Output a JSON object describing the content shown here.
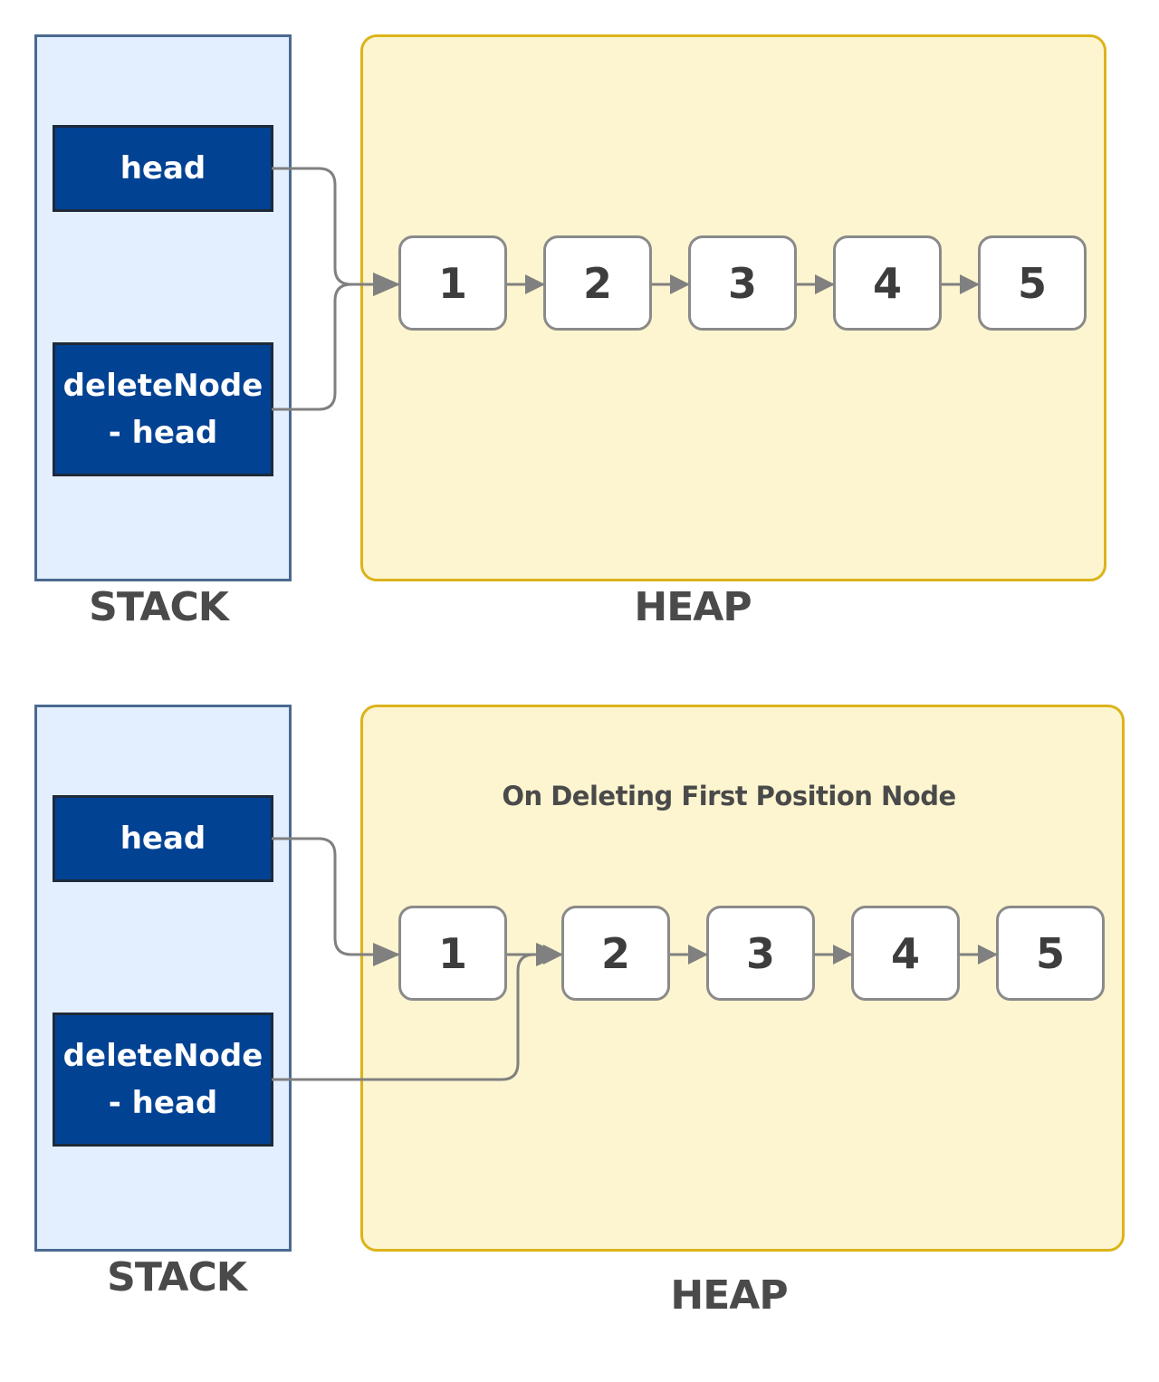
{
  "colors": {
    "stack_fill": "#e3efff",
    "stack_border": "#4a6a90",
    "heap_fill": "#fdf5d0",
    "heap_border": "#dcb31a",
    "variable_fill": "#024293",
    "node_border": "#8a8a8a",
    "arrow": "#808080"
  },
  "panels": [
    {
      "stack_label": "STACK",
      "heap_label": "HEAP",
      "caption": "",
      "variables": [
        {
          "label": "head"
        },
        {
          "label": "deleteNode\n- head"
        }
      ],
      "nodes": [
        "1",
        "2",
        "3",
        "4",
        "5"
      ]
    },
    {
      "stack_label": "STACK",
      "heap_label": "HEAP",
      "caption": "On Deleting First Position Node",
      "variables": [
        {
          "label": "head"
        },
        {
          "label": "deleteNode\n- head"
        }
      ],
      "nodes": [
        "1",
        "2",
        "3",
        "4",
        "5"
      ]
    }
  ]
}
